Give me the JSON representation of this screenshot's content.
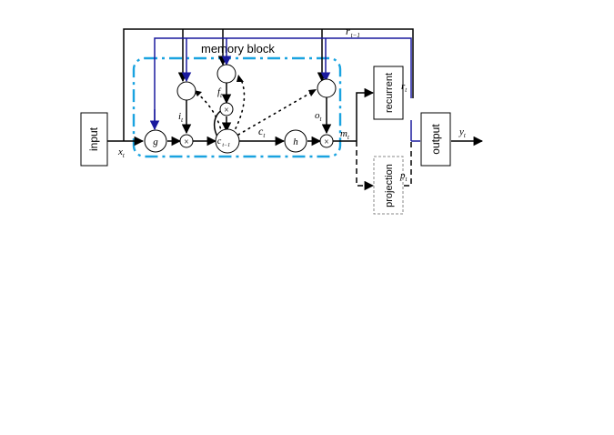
{
  "colors": {
    "recurrent_line": "#1a1a9e",
    "memory_block_border": "#1aa3e0",
    "ink": "#000000",
    "projection_border": "#8a8a8a"
  },
  "boxes": {
    "input": "input",
    "recurrent": "recurrent",
    "projection": "projection",
    "output": "output"
  },
  "memory_block": {
    "title": "memory block"
  },
  "nodes": {
    "g": "g",
    "h": "h",
    "cell_prev": {
      "base": "c",
      "sub": "t−1"
    },
    "multiply": "×"
  },
  "labels": {
    "x_t": {
      "base": "x",
      "sub": "t"
    },
    "i_t": {
      "base": "i",
      "sub": "t"
    },
    "f_t": {
      "base": "f",
      "sub": "t"
    },
    "o_t": {
      "base": "o",
      "sub": "t"
    },
    "c_t": {
      "base": "c",
      "sub": "t"
    },
    "m_t": {
      "base": "m",
      "sub": "t"
    },
    "r_t": {
      "base": "r",
      "sub": "t"
    },
    "r_t_minus_1": {
      "base": "r",
      "sub": "t−1"
    },
    "p_t": {
      "base": "p",
      "sub": "t"
    },
    "y_t": {
      "base": "y",
      "sub": "t"
    }
  }
}
